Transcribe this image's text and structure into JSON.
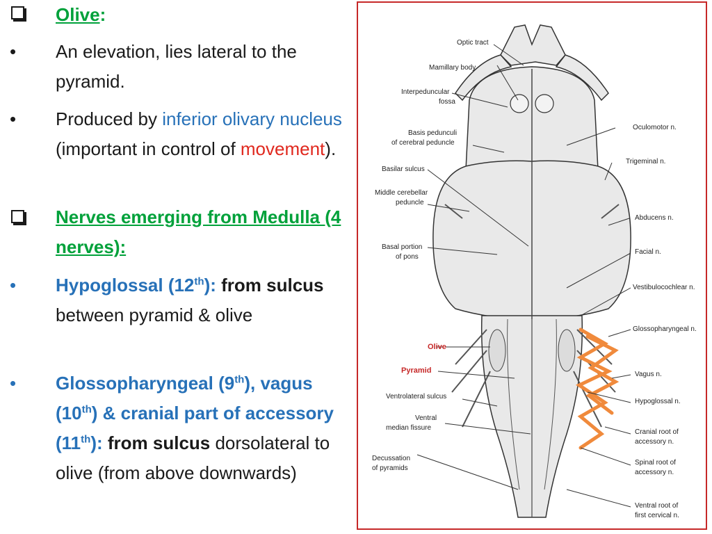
{
  "slide": {
    "olive": {
      "heading": "Olive",
      "heading_colon": ":",
      "point1": "An elevation, lies lateral to the pyramid.",
      "point2_prefix": "Produced by ",
      "point2_highlight": "inferior olivary nucleus",
      "point2_middle": " (important in control of ",
      "point2_red": "movement",
      "point2_suffix": ")."
    },
    "nerves": {
      "heading": "Nerves emerging from Medulla (4 nerves):",
      "hypoglossal_name": "Hypoglossal (12",
      "hypoglossal_sup": "th",
      "hypoglossal_close": "): ",
      "hypoglossal_bold": "from sulcus",
      "hypoglossal_rest": " between pyramid & olive",
      "glosso_part1": "Glossopharyngeal (9",
      "glosso_sup1": "th",
      "glosso_part2": "), vagus (10",
      "glosso_sup2": "th",
      "glosso_part3": ") & cranial part of accessory (11",
      "glosso_sup3": "th",
      "glosso_part4": "): ",
      "glosso_bold": "from sulcus",
      "glosso_rest": " dorsolateral to olive (from above downwards)"
    },
    "bullet_char": "•"
  },
  "figure": {
    "labels": {
      "optic_tract": "Optic tract",
      "mamillary_body": "Mamillary body",
      "interpeduncular_fossa_1": "Interpeduncular",
      "interpeduncular_fossa_2": "fossa",
      "basis_pedunculi_1": "Basis pedunculi",
      "basis_pedunculi_2": "of cerebral peduncle",
      "basilar_sulcus": "Basilar sulcus",
      "middle_cerebellar_1": "Middle cerebellar",
      "middle_cerebellar_2": "peduncle",
      "basal_portion_1": "Basal portion",
      "basal_portion_2": "of pons",
      "olive": "Olive",
      "pyramid": "Pyramid",
      "ventrolateral_sulcus": "Ventrolateral sulcus",
      "ventral_median_1": "Ventral",
      "ventral_median_2": "median fissure",
      "decussation_1": "Decussation",
      "decussation_2": "of pyramids",
      "oculomotor": "Oculomotor n.",
      "trigeminal": "Trigeminal n.",
      "abducens": "Abducens n.",
      "facial": "Facial n.",
      "vestibulocochlear": "Vestibulocochlear n.",
      "glossopharyngeal": "Glossopharyngeal n.",
      "vagus": "Vagus n.",
      "hypoglossal": "Hypoglossal n.",
      "cranial_root_1": "Cranial root of",
      "cranial_root_2": "accessory n.",
      "spinal_root_1": "Spinal root of",
      "spinal_root_2": "accessory n.",
      "ventral_root_1": "Ventral root of",
      "ventral_root_2": "first cervical n."
    },
    "colors": {
      "border": "#c62828",
      "highlight": "#f08a3c",
      "label_red": "#c62828"
    }
  }
}
